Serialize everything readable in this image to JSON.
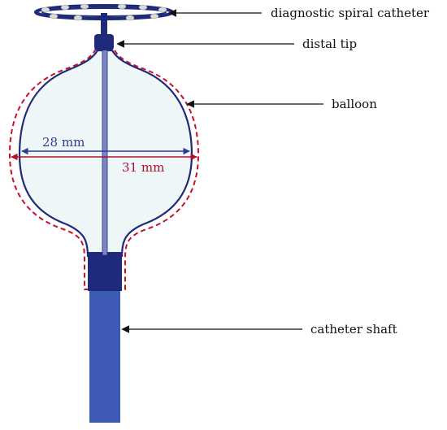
{
  "labels": {
    "spiral": "diagnostic spiral catheter",
    "tip": "distal tip",
    "balloon": "balloon",
    "shaft": "catheter shaft"
  },
  "dimensions": {
    "inner": "28 mm",
    "outer": "31 mm"
  },
  "colors": {
    "navy": "#1f2a7a",
    "shaft_blue": "#3d5bb4",
    "balloon_fill": "#eef6f8",
    "dashed_red": "#c8102e",
    "dim_blue": "#2a3f8f",
    "dim_red": "#b0102a",
    "electrode": "#d9d9d9"
  }
}
